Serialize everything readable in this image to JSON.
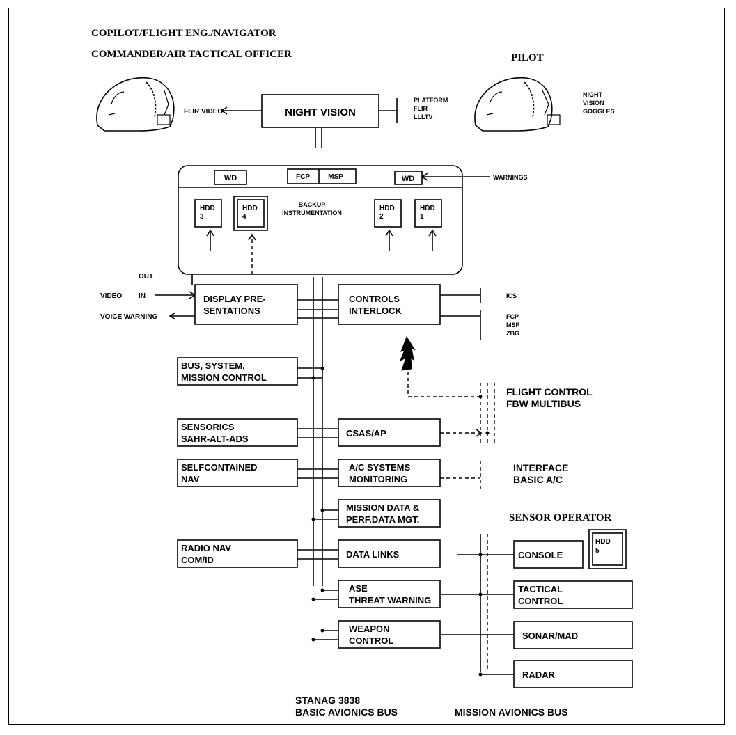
{
  "roles": {
    "copilot": "COPILOT/FLIGHT ENG./NAVIGATOR",
    "commander": "COMMANDER/AIR TACTICAL OFFICER",
    "pilot": "PILOT",
    "sensor_operator": "SENSOR OPERATOR"
  },
  "night_vision": {
    "box": "NIGHT VISION",
    "flir_video": "FLIR VIDEO",
    "sources": [
      "PLATFORM",
      "FLIR",
      "LLLTV"
    ],
    "goggles": [
      "NIGHT",
      "VISION",
      "GOGGLES"
    ]
  },
  "cockpit_panel": {
    "wd_left": "WD",
    "fcp": "FCP",
    "msp": "MSP",
    "wd_right": "WD",
    "warnings": "WARNINGS",
    "backup": [
      "BACKUP",
      "INSTRUMENTATION"
    ],
    "hdd3": [
      "HDD",
      "3"
    ],
    "hdd4": [
      "HDD",
      "4"
    ],
    "hdd2": [
      "HDD",
      "2"
    ],
    "hdd1": [
      "HDD",
      "1"
    ]
  },
  "display_io": {
    "out": "OUT",
    "video_in": [
      "VIDEO",
      "IN"
    ],
    "voice_warning": "VOICE WARNING"
  },
  "boxes": {
    "display_presentations": [
      "DISPLAY PRE-",
      "SENTATIONS"
    ],
    "controls_interlock": [
      "CONTROLS",
      "INTERLOCK"
    ],
    "bus_control": [
      "BUS, SYSTEM,",
      "MISSION CONTROL"
    ],
    "sensorics": [
      "SENSORICS",
      "SAHR-ALT-ADS"
    ],
    "csas": "CSAS/AP",
    "selfcontained": [
      "SELFCONTAINED",
      "NAV"
    ],
    "ac_systems": [
      "A/C SYSTEMS",
      "MONITORING"
    ],
    "mission_data": [
      "MISSION DATA &",
      "PERF.DATA MGT."
    ],
    "radio_nav": [
      "RADIO NAV",
      "COM/ID"
    ],
    "data_links": "DATA LINKS",
    "ase": [
      "ASE",
      "THREAT WARNING"
    ],
    "weapon": [
      "WEAPON",
      "CONTROL"
    ],
    "console": "CONSOLE",
    "hdd5": [
      "HDD",
      "5"
    ],
    "tactical": [
      "TACTICAL",
      "CONTROL"
    ],
    "sonar": "SONAR/MAD",
    "radar": "RADAR"
  },
  "controls_inputs": {
    "ics": "ICS",
    "fcp_msp_zbg": [
      "FCP",
      "MSP",
      "ZBG"
    ]
  },
  "interfaces": {
    "flight_control": [
      "FLIGHT CONTROL",
      "FBW MULTIBUS"
    ],
    "basic_ac": [
      "INTERFACE",
      "BASIC A/C"
    ]
  },
  "buses": {
    "basic": [
      "STANAG 3838",
      "BASIC AVIONICS BUS"
    ],
    "mission": "MISSION AVIONICS BUS"
  }
}
